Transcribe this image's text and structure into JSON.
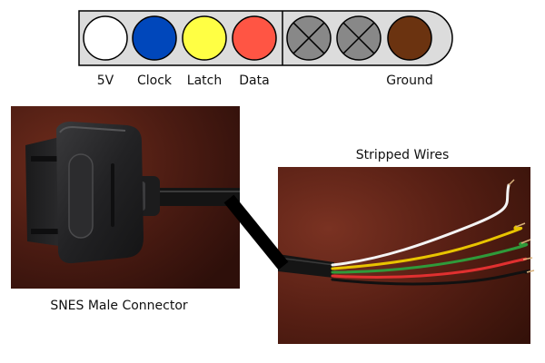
{
  "connector": {
    "pins": [
      {
        "label": "5V",
        "color": "#ffffff",
        "unused": false
      },
      {
        "label": "Clock",
        "color": "#0047bb",
        "unused": false
      },
      {
        "label": "Latch",
        "color": "#ffff44",
        "unused": false
      },
      {
        "label": "Data",
        "color": "#ff5544",
        "unused": false
      },
      {
        "label": "",
        "color": "#888888",
        "unused": true
      },
      {
        "label": "",
        "color": "#888888",
        "unused": true
      },
      {
        "label": "Ground",
        "color": "#6b3310",
        "unused": false
      }
    ],
    "body_color": "#dcdcdc"
  },
  "photo_left": {
    "caption": "SNES Male Connector"
  },
  "photo_right": {
    "caption": "Stripped Wires"
  },
  "wire_colors": [
    "#f4f4f4",
    "#e8c400",
    "#2f9a3a",
    "#e03030",
    "#111111"
  ]
}
